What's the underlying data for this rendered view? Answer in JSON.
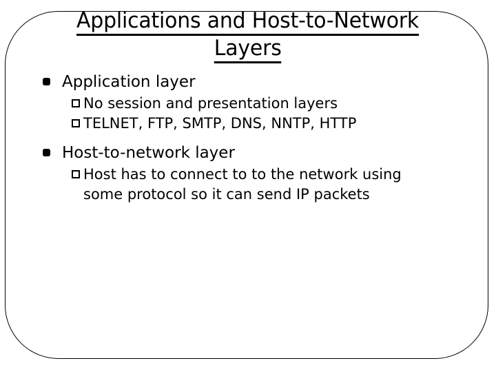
{
  "slide": {
    "title": {
      "lines": [
        "Applications and Host-to-Network",
        "Layers"
      ],
      "underlined": true,
      "align": "center"
    },
    "background_color": "#FFFFFF",
    "text_color": "#000000",
    "border_color": "#000000",
    "bullets": [
      {
        "level": 1,
        "marker": "filled-round-bullet",
        "text": "Application layer",
        "children": [
          {
            "level": 2,
            "marker": "hollow-square-bullet",
            "text": "No session and presentation layers"
          },
          {
            "level": 2,
            "marker": "hollow-square-bullet",
            "text": "TELNET, FTP, SMTP, DNS, NNTP, HTTP"
          }
        ]
      },
      {
        "level": 1,
        "marker": "filled-round-bullet",
        "text": "Host-to-network layer",
        "children": [
          {
            "level": 2,
            "marker": "hollow-square-bullet",
            "text": "Host has to connect to to the network using some protocol so it can send IP packets"
          }
        ]
      }
    ]
  }
}
